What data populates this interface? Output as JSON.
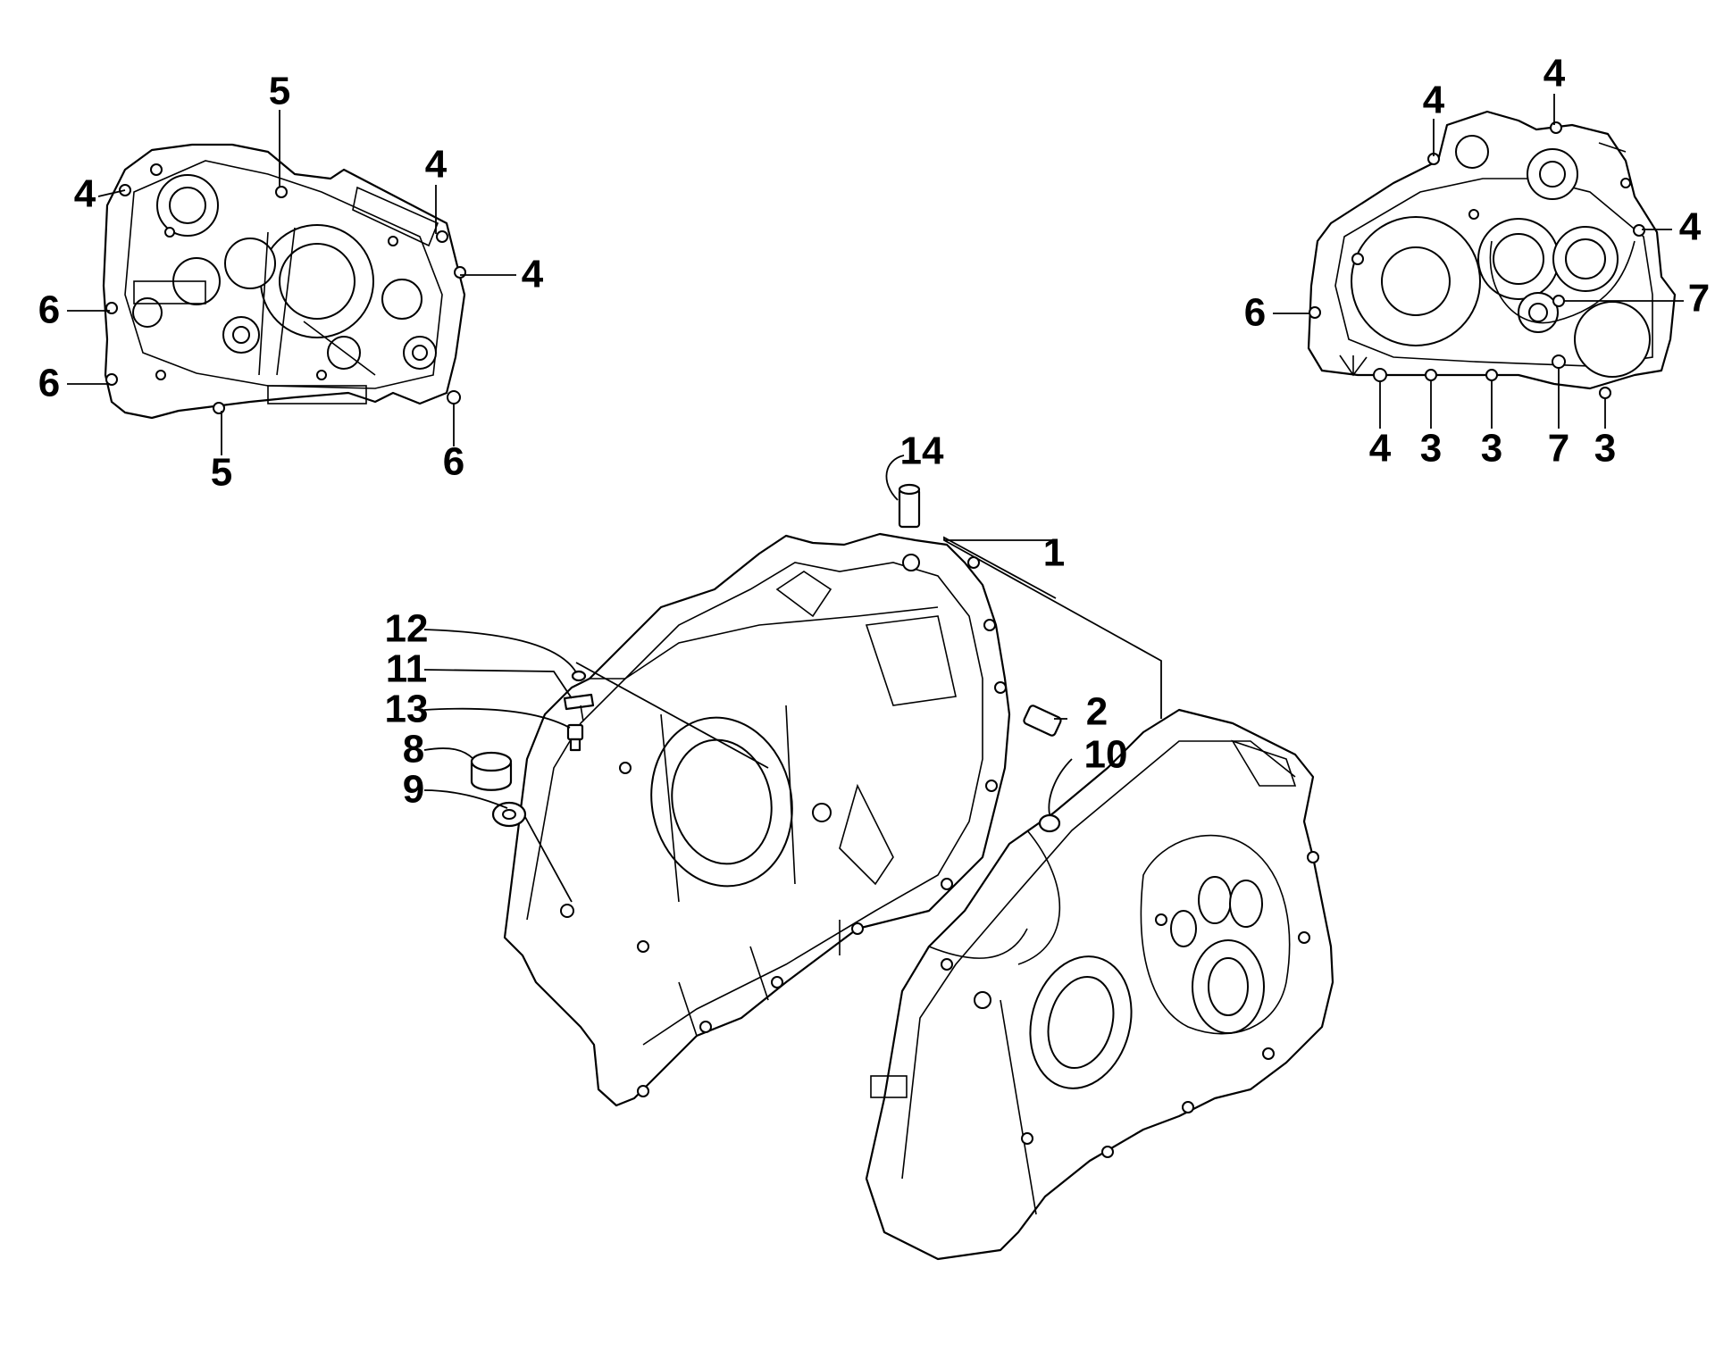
{
  "diagram": {
    "colors": {
      "line": "#000000",
      "background": "#ffffff"
    },
    "callouts": {
      "left_case": [
        {
          "id": "lc-5-top",
          "label": "5"
        },
        {
          "id": "lc-4-left",
          "label": "4"
        },
        {
          "id": "lc-4-top-right",
          "label": "4"
        },
        {
          "id": "lc-4-right",
          "label": "4"
        },
        {
          "id": "lc-6-upper",
          "label": "6"
        },
        {
          "id": "lc-6-lower",
          "label": "6"
        },
        {
          "id": "lc-5-bottom",
          "label": "5"
        },
        {
          "id": "lc-6-bottom",
          "label": "6"
        }
      ],
      "right_case": [
        {
          "id": "rc-4-top",
          "label": "4"
        },
        {
          "id": "rc-4-upper-left",
          "label": "4"
        },
        {
          "id": "rc-4-right",
          "label": "4"
        },
        {
          "id": "rc-7-right",
          "label": "7"
        },
        {
          "id": "rc-6-left",
          "label": "6"
        },
        {
          "id": "rc-4-bottom",
          "label": "4"
        },
        {
          "id": "rc-3-a",
          "label": "3"
        },
        {
          "id": "rc-3-b",
          "label": "3"
        },
        {
          "id": "rc-7-bottom",
          "label": "7"
        },
        {
          "id": "rc-3-c",
          "label": "3"
        }
      ],
      "assembly": [
        {
          "id": "as-14",
          "label": "14"
        },
        {
          "id": "as-1",
          "label": "1"
        },
        {
          "id": "as-12",
          "label": "12"
        },
        {
          "id": "as-11",
          "label": "11"
        },
        {
          "id": "as-13",
          "label": "13"
        },
        {
          "id": "as-2",
          "label": "2"
        },
        {
          "id": "as-10",
          "label": "10"
        },
        {
          "id": "as-8",
          "label": "8"
        },
        {
          "id": "as-9",
          "label": "9"
        }
      ]
    }
  }
}
